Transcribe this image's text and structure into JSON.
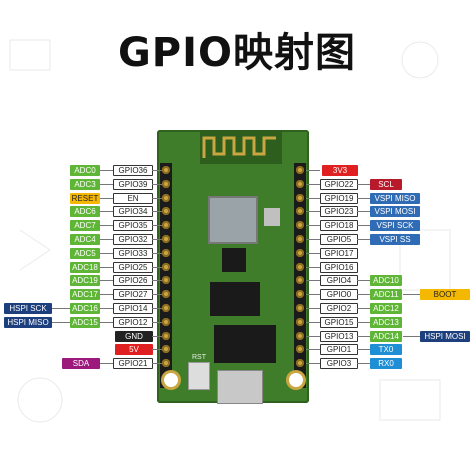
{
  "title": "GPIO映射图",
  "board": {
    "rst_label": "RST"
  },
  "left_pins": [
    {
      "pin": "GPIO36",
      "f1": "ADC0",
      "c1": "adc"
    },
    {
      "pin": "GPIO39",
      "f1": "ADC3",
      "c1": "adc"
    },
    {
      "pin": "EN",
      "f1": "RESET",
      "c1": "yel"
    },
    {
      "pin": "GPIO34",
      "f1": "ADC6",
      "c1": "adc"
    },
    {
      "pin": "GPIO35",
      "f1": "ADC7",
      "c1": "adc"
    },
    {
      "pin": "GPIO32",
      "f1": "ADC4",
      "c1": "adc"
    },
    {
      "pin": "GPIO33",
      "f1": "ADC5",
      "c1": "adc"
    },
    {
      "pin": "GPIO25",
      "f1": "ADC18",
      "c1": "adc"
    },
    {
      "pin": "GPIO26",
      "f1": "ADC19",
      "c1": "adc"
    },
    {
      "pin": "GPIO27",
      "f1": "ADC17",
      "c1": "adc"
    },
    {
      "pin": "GPIO14",
      "f1": "ADC16",
      "c1": "adc",
      "f2": "HSPI SCK",
      "c2": "hspi"
    },
    {
      "pin": "GPIO12",
      "f1": "ADC15",
      "c1": "adc",
      "f2": "HSPI MISO",
      "c2": "hspi"
    },
    {
      "pin": "GND",
      "c0": "blk"
    },
    {
      "pin": "5V",
      "c0": "red"
    },
    {
      "pin": "GPIO21",
      "f2": "SDA",
      "c2": "sda"
    }
  ],
  "right_pins": [
    {
      "pin": "3V3",
      "c0": "red"
    },
    {
      "pin": "GPIO22",
      "f1": "SCL",
      "c1": "scl"
    },
    {
      "pin": "GPIO19",
      "f1": "VSPI MISO",
      "c1": "vspi"
    },
    {
      "pin": "GPIO23",
      "f1": "VSPI MOSI",
      "c1": "vspi"
    },
    {
      "pin": "GPIO18",
      "f1": "VSPI SCK",
      "c1": "vspi"
    },
    {
      "pin": "GPIO5",
      "f1": "VSPI SS",
      "c1": "vspi"
    },
    {
      "pin": "GPIO17"
    },
    {
      "pin": "GPIO16"
    },
    {
      "pin": "GPIO4",
      "f1": "ADC10",
      "c1": "adc"
    },
    {
      "pin": "GPIO0",
      "f1": "ADC11",
      "c1": "adc",
      "f2": "BOOT",
      "c2": "yel"
    },
    {
      "pin": "GPIO2",
      "f1": "ADC12",
      "c1": "adc"
    },
    {
      "pin": "GPIO15",
      "f1": "ADC13",
      "c1": "adc"
    },
    {
      "pin": "GPIO13",
      "f1": "ADC14",
      "c1": "adc",
      "f2": "HSPI MOSI",
      "c2": "hspi"
    },
    {
      "pin": "GPIO1",
      "f1": "TX0",
      "c1": "tx"
    },
    {
      "pin": "GPIO3",
      "f1": "RX0",
      "c1": "tx"
    }
  ]
}
